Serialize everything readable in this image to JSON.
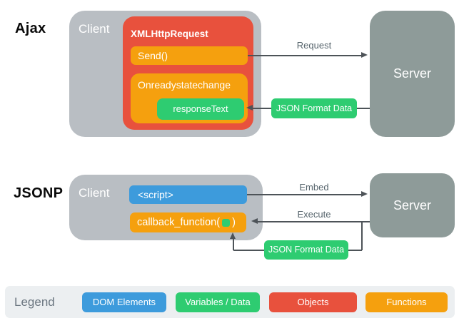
{
  "colors": {
    "objects_red": "#e8513d",
    "functions_orange": "#f5a00e",
    "variables_green": "#2ecc71",
    "dom_blue": "#3d9bdc",
    "client_gray": "#b9bec3",
    "server_gray": "#8e9b99",
    "legend_background": "#eceff1",
    "arrow_line": "#4d5358"
  },
  "ajax": {
    "section_label": "Ajax",
    "client_label": "Client",
    "xhr_label": "XMLHttpRequest",
    "send_label": "Send()",
    "onready_label": "Onreadystatechange",
    "response_label": "responseText",
    "server_label": "Server",
    "request_arrow_label": "Request",
    "json_data_label": "JSON Format Data"
  },
  "jsonp": {
    "section_label": "JSONP",
    "client_label": "Client",
    "script_label": "<script>",
    "callback_prefix": "callback_function(",
    "callback_suffix": ")",
    "server_label": "Server",
    "embed_arrow_label": "Embed",
    "execute_arrow_label": "Execute",
    "json_data_label": "JSON Format Data"
  },
  "legend": {
    "title": "Legend",
    "items": [
      {
        "label": "DOM Elements",
        "color": "#3d9bdc"
      },
      {
        "label": "Variables / Data",
        "color": "#2ecc71"
      },
      {
        "label": "Objects",
        "color": "#e8513d"
      },
      {
        "label": "Functions",
        "color": "#f5a00e"
      }
    ]
  }
}
